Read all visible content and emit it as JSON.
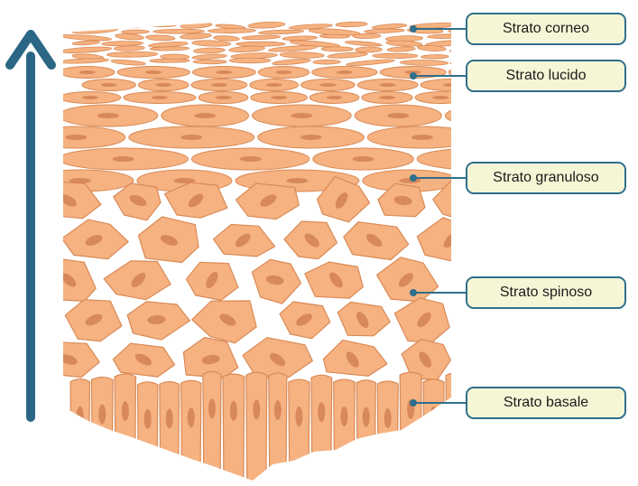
{
  "colors": {
    "cell_fill": "#f6b281",
    "cell_stroke": "#d98a56",
    "nucleus_fill": "#d8895a",
    "arrow": "#2b6784",
    "leader": "#2f6f8c",
    "label_bg": "#f5f6d6"
  },
  "labels": {
    "corneo": "Strato corneo",
    "lucido": "Strato lucido",
    "granuloso": "Strato granuloso",
    "spinoso": "Strato spinoso",
    "basale": "Strato basale"
  }
}
